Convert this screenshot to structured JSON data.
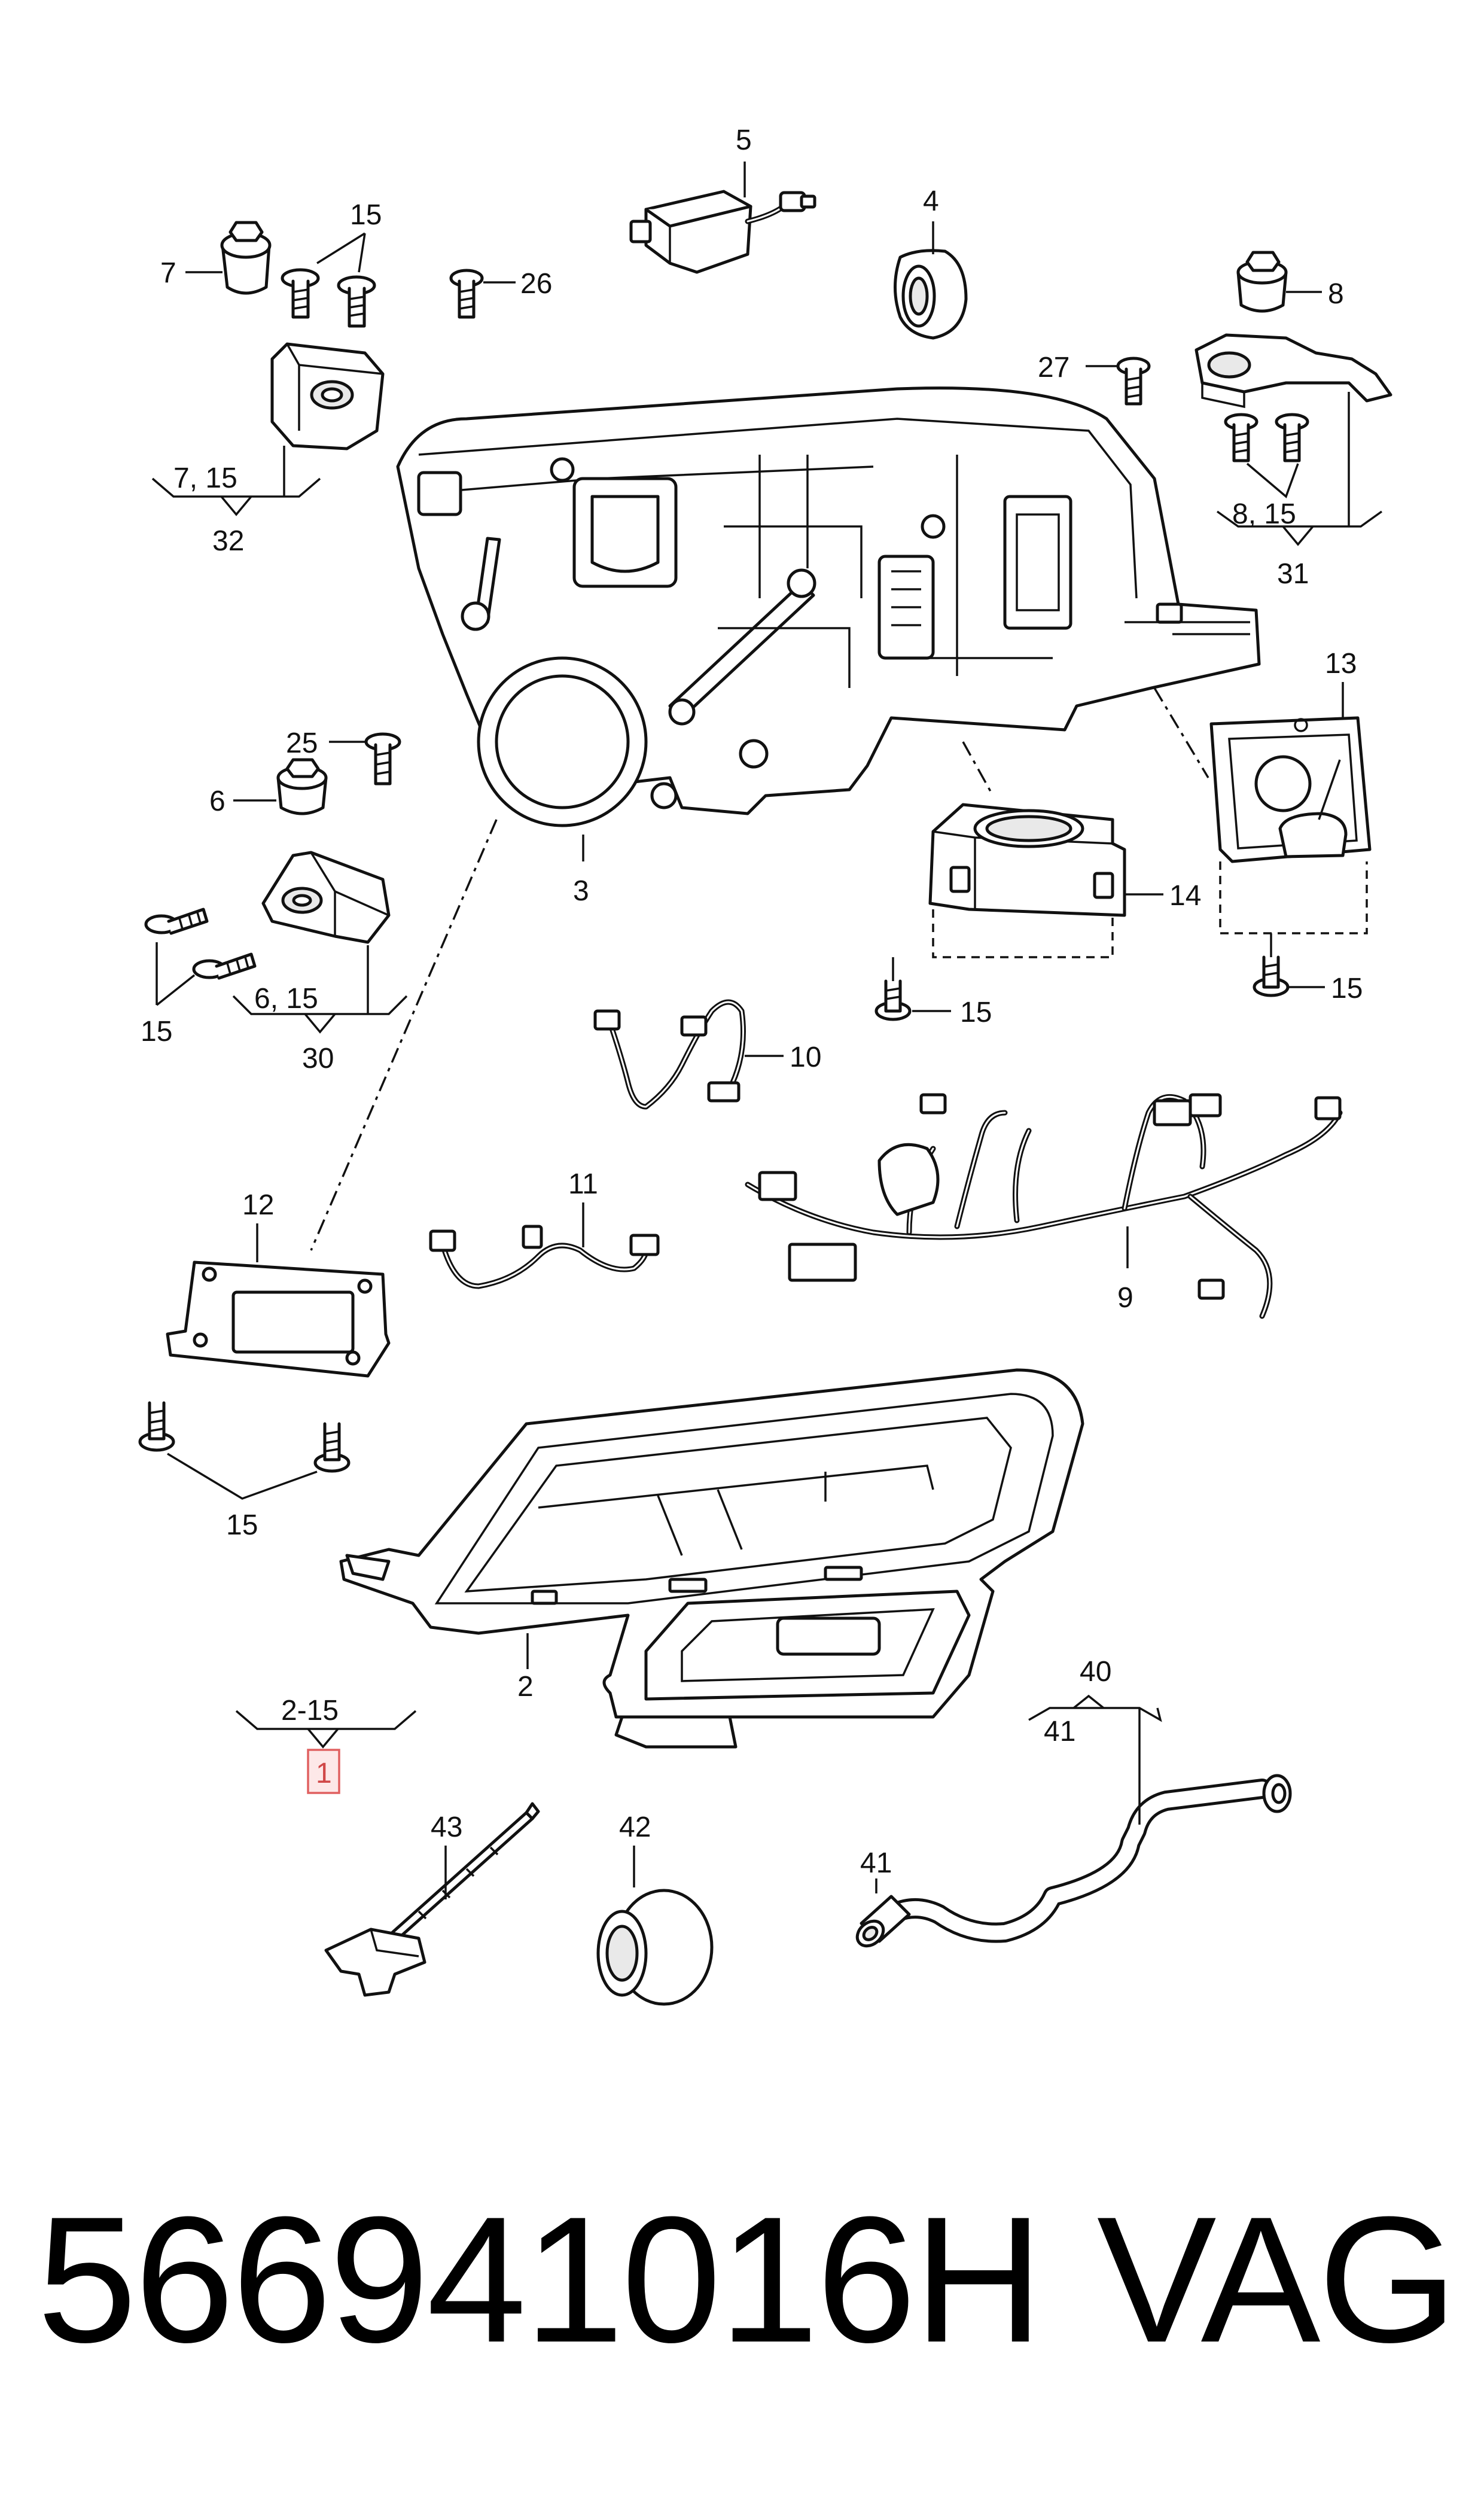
{
  "labels": {
    "l5": "5",
    "l4": "4",
    "l7": "7",
    "l15a": "15",
    "l26": "26",
    "l8": "8",
    "l27": "27",
    "l32sub": "7, 15",
    "l32": "32",
    "l31sub": "8, 15",
    "l31": "31",
    "l13": "13",
    "l25": "25",
    "l6": "6",
    "l3": "3",
    "l14": "14",
    "l15b": "15",
    "l15c": "15",
    "l30sub": "6, 15",
    "l30": "30",
    "l15d": "15",
    "l10": "10",
    "l12": "12",
    "l11": "11",
    "l9": "9",
    "l15e": "15",
    "l2": "2",
    "l2_15": "2-15",
    "l1": "1",
    "l40": "40",
    "l41sub": "41",
    "l43": "43",
    "l42": "42",
    "l41": "41"
  },
  "footer": {
    "part_number": "566941016H",
    "brand": "VAG"
  },
  "colors": {
    "ink": "#111111",
    "background": "#ffffff",
    "highlight_border": "#e06060",
    "highlight_fill": "#fde8e8"
  }
}
